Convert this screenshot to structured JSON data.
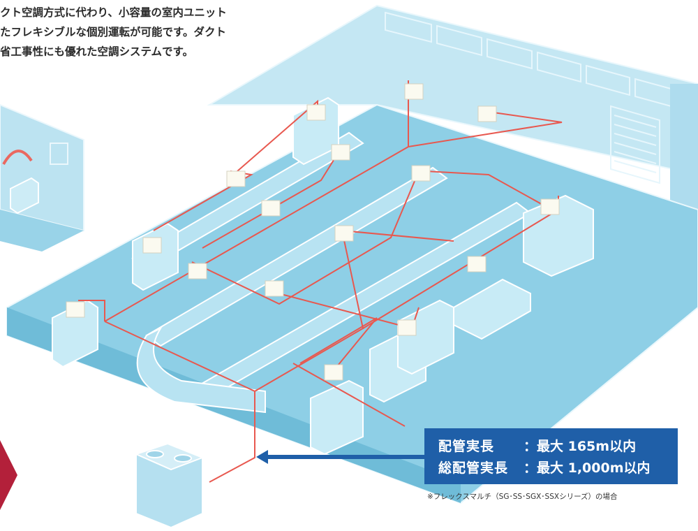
{
  "intro_lines": [
    "クト空調方式に代わり、小容量の室内ユニット",
    "たフレキシブルな個別運転が可能です。ダクト",
    "省工事性にも優れた空調システムです。"
  ],
  "spec": {
    "row1_key": "配管実長",
    "row1_val": "：最大 165m以内",
    "row2_key": "総配管実長",
    "row2_val": "：最大 1,000m以内"
  },
  "note": "※フレックスマルチ（SG･SS･SGX･SSXシリーズ）の場合",
  "colors": {
    "floor": "#8ecfe6",
    "wall": "#b5e0f0",
    "pipe": "#e8584f",
    "box": "#1f5fa8",
    "arrow": "#1f5fa8",
    "accent": "#b3203a"
  }
}
